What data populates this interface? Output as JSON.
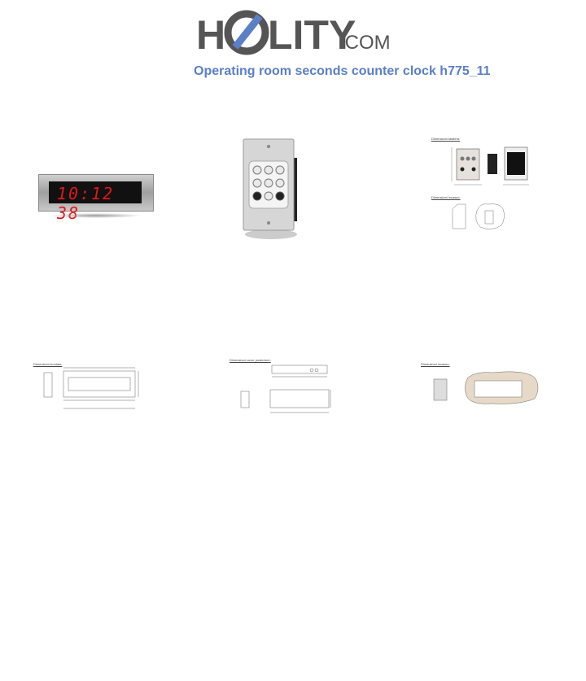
{
  "header": {
    "logo": {
      "text": "HOLITY",
      "suffix": ".COM",
      "color": "#555555",
      "accent": "#5b7fc7"
    },
    "title": "Operating room seconds counter clock h775_11"
  },
  "gallery": {
    "clock": {
      "digits": "10:12 38",
      "digit_color": "#e51616"
    },
    "drawings": {
      "frontal_label": "Dimensioni frontale:",
      "boxes_label": "Dimensioni tastiera:",
      "recess_label": "Dimensioni incasso:",
      "cover_label": "Dimensioni cover posteriore:",
      "recess_label_2": "Dimensioni incasso:"
    }
  }
}
